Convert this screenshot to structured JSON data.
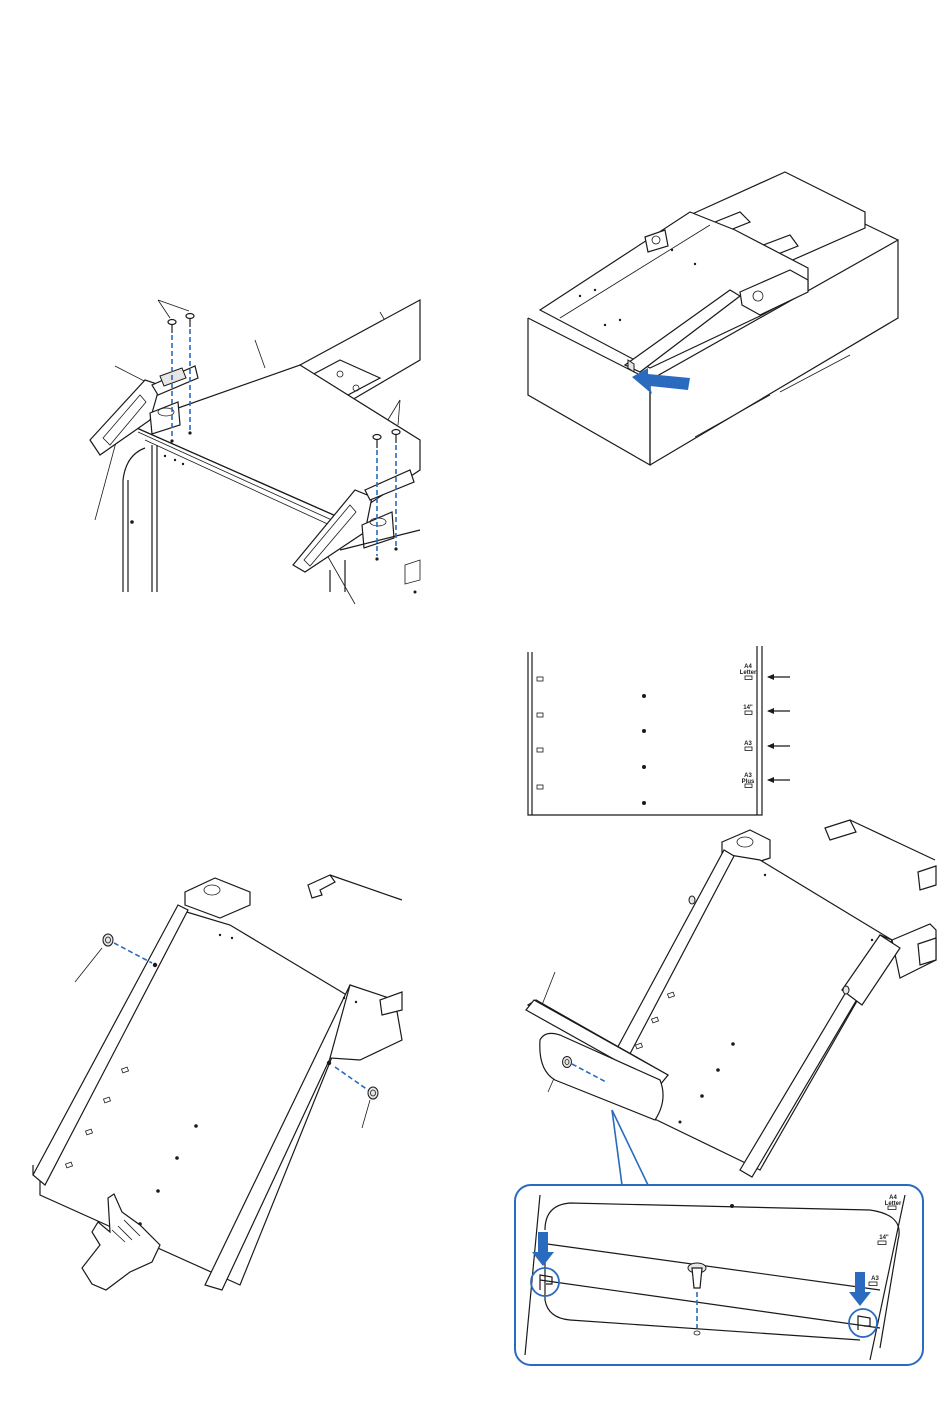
{
  "colors": {
    "accent": "#2a6bbf",
    "line": "#1a1a1a"
  },
  "scale_strip": {
    "labels": [
      {
        "line1": "A4",
        "line2": "Letter"
      },
      {
        "line1": "14\"",
        "line2": ""
      },
      {
        "line1": "A3",
        "line2": ""
      },
      {
        "line1": "A3",
        "line2": "Plus"
      }
    ]
  },
  "detail_inset": {
    "labels": [
      {
        "line1": "A4",
        "line2": "Letter"
      },
      {
        "line1": "14\"",
        "line2": ""
      },
      {
        "line1": "A3",
        "line2": ""
      }
    ]
  },
  "icons": {
    "push_arrow": "blue-arrow-icon",
    "down_arrows": "blue-down-arrow-icon",
    "hand": "hand-icon"
  }
}
